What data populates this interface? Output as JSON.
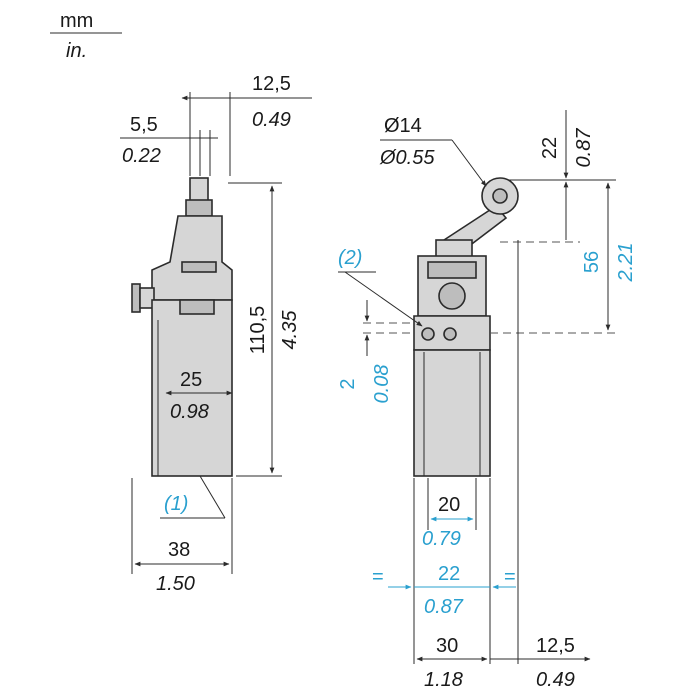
{
  "units": {
    "primary": "mm",
    "secondary": "in."
  },
  "colors": {
    "ink": "#1a1a1a",
    "accent_blue": "#2aa0cf",
    "body_fill": "#d6d6d6"
  },
  "left_view": {
    "dims": {
      "top_width": {
        "mm": "12,5",
        "in": "0.49"
      },
      "plunger": {
        "mm": "5,5",
        "in": "0.22"
      },
      "height": {
        "mm": "110,5",
        "in": "4.35"
      },
      "inner_width": {
        "mm": "25",
        "in": "0.98"
      },
      "width": {
        "mm": "38",
        "in": "1.50"
      }
    },
    "callout": "(1)"
  },
  "right_view": {
    "dims": {
      "roller": {
        "mm": "Ø14",
        "in": "Ø0.55"
      },
      "top_offset": {
        "mm": "22",
        "in": "0.87"
      },
      "lever_height": {
        "mm": "56",
        "in": "2.21"
      },
      "small_offset": {
        "mm": "2",
        "in": "0.08"
      },
      "hole_spacing": {
        "mm": "20",
        "in": "0.79"
      },
      "body_center": {
        "mm": "22",
        "in": "0.87"
      },
      "body_width": {
        "mm": "30",
        "in": "1.18"
      },
      "side_offset": {
        "mm": "12,5",
        "in": "0.49"
      },
      "equal_mark": "="
    },
    "callout": "(2)"
  }
}
